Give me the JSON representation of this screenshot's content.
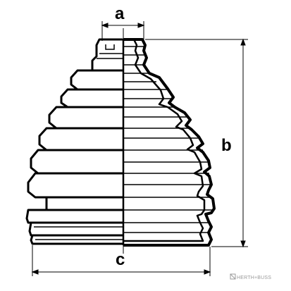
{
  "dimensions": {
    "a": "a",
    "b": "b",
    "c": "c"
  },
  "watermark": "HERTH+BUSS"
}
